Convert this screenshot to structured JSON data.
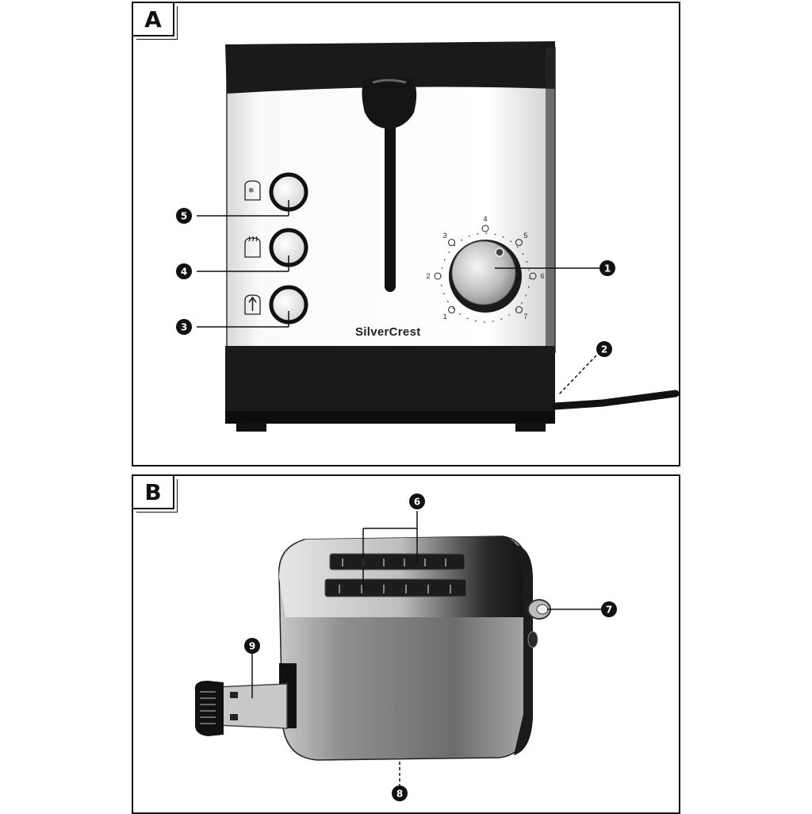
{
  "panels": {
    "a": {
      "label": "A"
    },
    "b": {
      "label": "B"
    }
  },
  "brand": "SilverCrest",
  "browning_dial": {
    "numbers": [
      "1",
      "2",
      "3",
      "4",
      "5",
      "6",
      "7"
    ]
  },
  "callouts": {
    "c1": "1",
    "c2": "2",
    "c3": "3",
    "c4": "4",
    "c5": "5",
    "c6": "6",
    "c7": "7",
    "c8": "8",
    "c9": "9"
  },
  "icons": {
    "button_top": "defrost-icon",
    "button_middle": "reheat-icon",
    "button_bottom": "cancel-icon"
  },
  "colors": {
    "body_dark": "#1a1a1a",
    "steel_light": "#f2f2f2",
    "steel_mid": "#8a8a8a",
    "line": "#111111"
  }
}
